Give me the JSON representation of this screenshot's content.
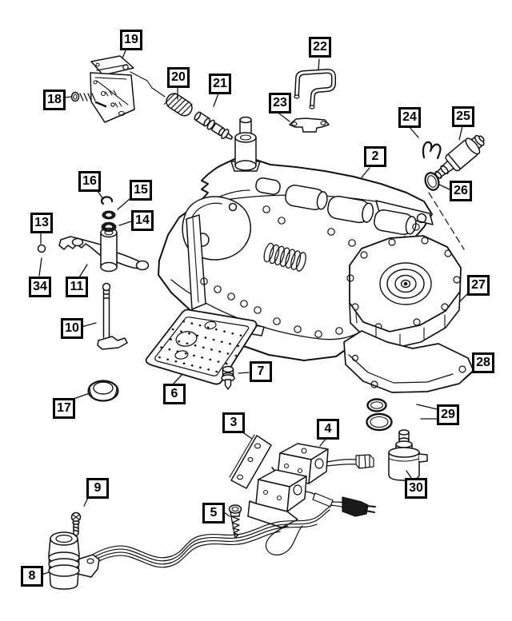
{
  "image": {
    "background": "#ffffff",
    "line_color": "#111111",
    "box_border_color": "#000000"
  },
  "callouts": [
    {
      "id": "19",
      "label": "19"
    },
    {
      "id": "18",
      "label": "18"
    },
    {
      "id": "20",
      "label": "20"
    },
    {
      "id": "21",
      "label": "21"
    },
    {
      "id": "22",
      "label": "22"
    },
    {
      "id": "23",
      "label": "23"
    },
    {
      "id": "24",
      "label": "24"
    },
    {
      "id": "25",
      "label": "25"
    },
    {
      "id": "2",
      "label": "2"
    },
    {
      "id": "26",
      "label": "26"
    },
    {
      "id": "16",
      "label": "16"
    },
    {
      "id": "15",
      "label": "15"
    },
    {
      "id": "14",
      "label": "14"
    },
    {
      "id": "13",
      "label": "13"
    },
    {
      "id": "34",
      "label": "34"
    },
    {
      "id": "11",
      "label": "11"
    },
    {
      "id": "10",
      "label": "10"
    },
    {
      "id": "17",
      "label": "17"
    },
    {
      "id": "6",
      "label": "6"
    },
    {
      "id": "7",
      "label": "7"
    },
    {
      "id": "27",
      "label": "27"
    },
    {
      "id": "28",
      "label": "28"
    },
    {
      "id": "29",
      "label": "29"
    },
    {
      "id": "30",
      "label": "30"
    },
    {
      "id": "3",
      "label": "3"
    },
    {
      "id": "4",
      "label": "4"
    },
    {
      "id": "5",
      "label": "5"
    },
    {
      "id": "9",
      "label": "9"
    },
    {
      "id": "8",
      "label": "8"
    }
  ]
}
